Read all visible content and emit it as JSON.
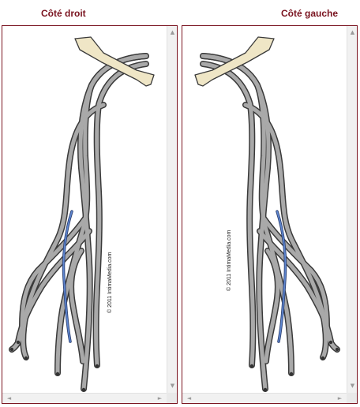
{
  "panels": {
    "right": {
      "title": "Côté droit"
    },
    "left": {
      "title": "Côté gauche"
    }
  },
  "copyright": "© 2011 IntimaMedia.com",
  "scrollbar": {
    "up": "▲",
    "down": "▼",
    "left": "◄",
    "right": "►"
  },
  "colors": {
    "border": "#7a1420",
    "nerve": "#a9a9a9",
    "nerve_outline": "#3a3a3a",
    "bone": "#efe6c6",
    "vessel": "#4d72b8"
  }
}
